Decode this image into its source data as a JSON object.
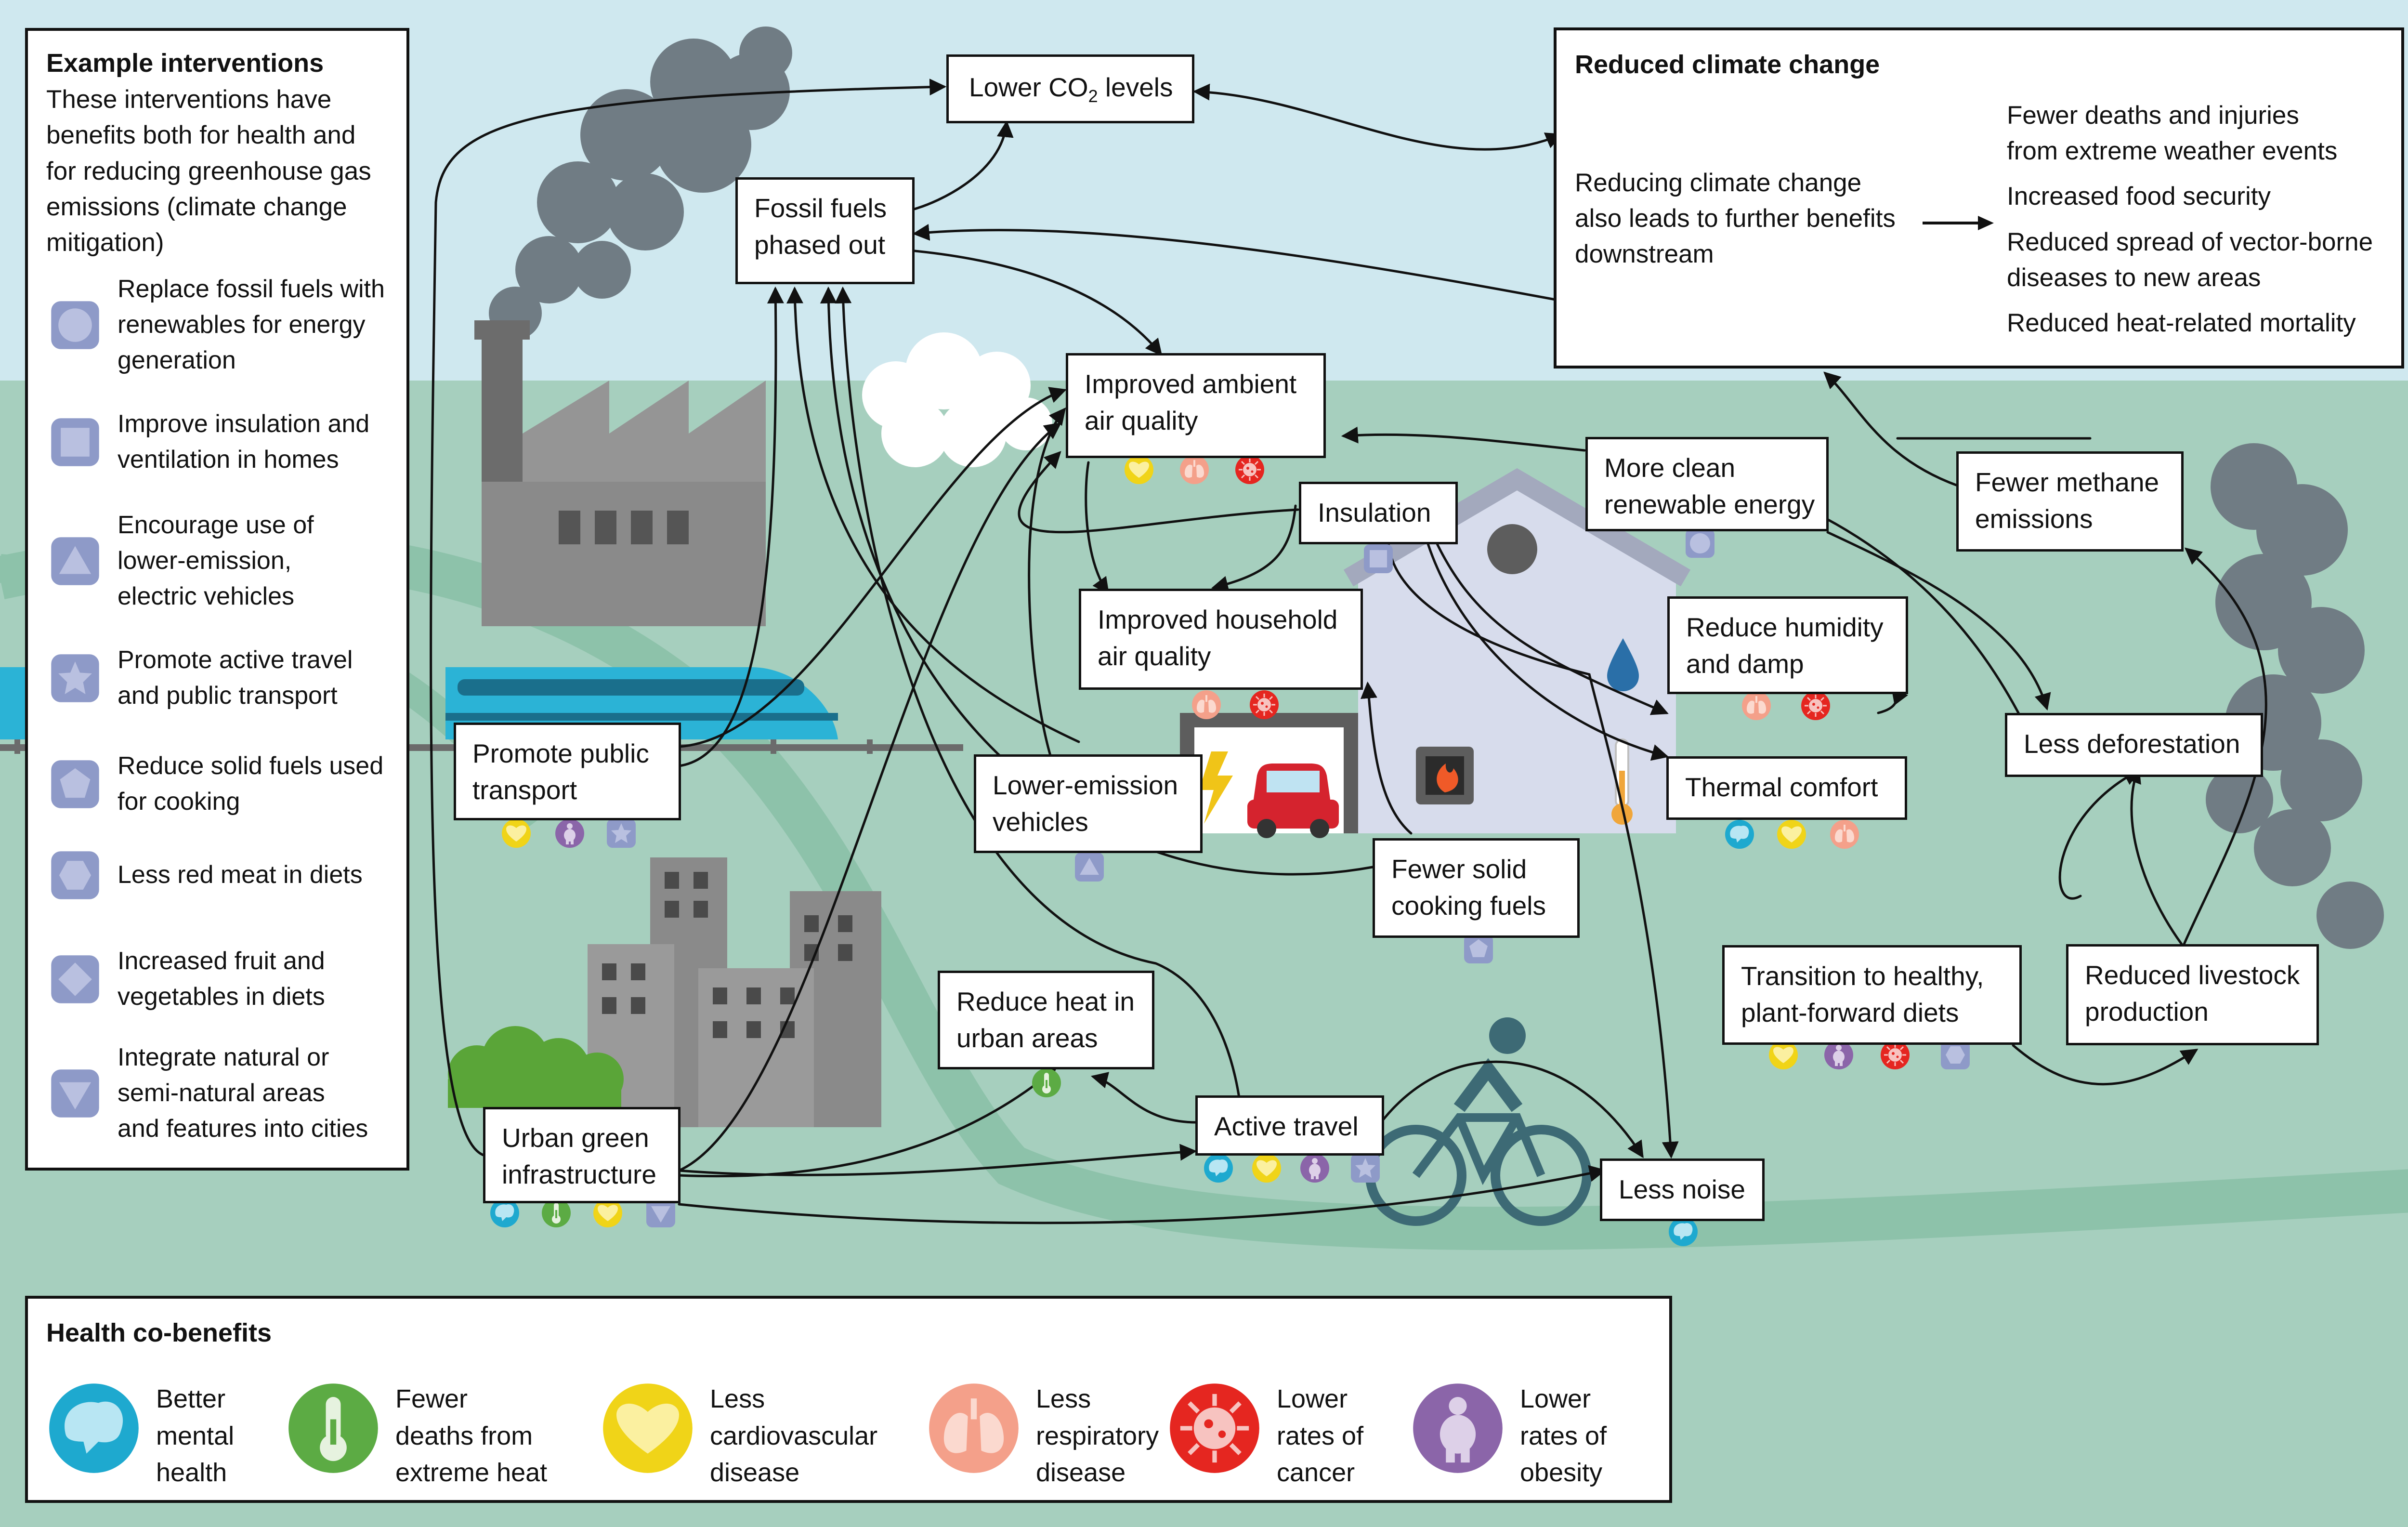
{
  "colors": {
    "sky": "#cfe8ef",
    "ground": "#a6cfbe",
    "road": "#86bba3",
    "smoke": "#707c84",
    "building": "#8a8a8a",
    "intervention_icon": "#8e9ac8",
    "mental": "#1ea9cf",
    "heat": "#5cab44",
    "cardio": "#f0d418",
    "respiratory": "#f4a08a",
    "cancer": "#e52620",
    "obesity": "#8b65a9",
    "train": "#2bb3d6"
  },
  "interventions_panel": {
    "title": "Example interventions",
    "intro_lines": [
      "These interventions have",
      "benefits both for health and",
      "for reducing greenhouse gas",
      "emissions (climate change",
      "mitigation)"
    ],
    "items": [
      {
        "icon": "circle-icon",
        "lines": [
          "Replace fossil fuels with",
          "renewables for energy",
          "generation"
        ]
      },
      {
        "icon": "square-icon",
        "lines": [
          "Improve insulation and",
          "ventilation in homes"
        ]
      },
      {
        "icon": "triangle-icon",
        "lines": [
          "Encourage use of",
          "lower-emission,",
          "electric vehicles"
        ]
      },
      {
        "icon": "star-icon",
        "lines": [
          "Promote active travel",
          "and public transport"
        ]
      },
      {
        "icon": "pentagon-icon",
        "lines": [
          "Reduce solid fuels used",
          "for cooking"
        ]
      },
      {
        "icon": "hexagon-icon",
        "lines": [
          "Less red meat in diets"
        ]
      },
      {
        "icon": "diamond-icon",
        "lines": [
          "Increased fruit and",
          "vegetables in diets"
        ]
      },
      {
        "icon": "down-triangle-icon",
        "lines": [
          "Integrate natural or",
          "semi-natural areas",
          "and features into cities"
        ]
      }
    ]
  },
  "climate_panel": {
    "title": "Reduced climate change",
    "lead_lines": [
      "Reducing climate change",
      "also leads to further benefits",
      "downstream"
    ],
    "benefits": [
      [
        "Fewer deaths and injuries",
        "from extreme weather events"
      ],
      [
        "Increased food security"
      ],
      [
        "Reduced spread of vector-borne",
        "diseases to new areas"
      ],
      [
        "Reduced heat-related mortality"
      ]
    ]
  },
  "health_panel": {
    "title": "Health co-benefits",
    "items": [
      {
        "icon": "brain-icon",
        "lines": [
          "Better",
          "mental",
          "health"
        ]
      },
      {
        "icon": "thermometer-icon",
        "lines": [
          "Fewer",
          "deaths from",
          "extreme heat"
        ]
      },
      {
        "icon": "heart-icon",
        "lines": [
          "Less",
          "cardiovascular",
          "disease"
        ]
      },
      {
        "icon": "lungs-icon",
        "lines": [
          "Less",
          "respiratory",
          "disease"
        ]
      },
      {
        "icon": "cancer-cell-icon",
        "lines": [
          "Lower",
          "rates of",
          "cancer"
        ]
      },
      {
        "icon": "person-icon",
        "lines": [
          "Lower",
          "rates of",
          "obesity"
        ]
      }
    ]
  },
  "nodes": {
    "lower_co2": {
      "pre": "Lower CO",
      "sub": "2",
      "post": " levels"
    },
    "fossil_fuels": [
      "Fossil fuels",
      "phased out"
    ],
    "ambient_air": [
      "Improved ambient",
      "air quality"
    ],
    "clean_energy": [
      "More clean",
      "renewable energy"
    ],
    "insulation": [
      "Insulation"
    ],
    "household_air": [
      "Improved household",
      "air quality"
    ],
    "humidity": [
      "Reduce humidity",
      "and damp"
    ],
    "methane": [
      "Fewer methane",
      "emissions"
    ],
    "deforestation": [
      "Less deforestation"
    ],
    "public_transport": [
      "Promote public",
      "transport"
    ],
    "lower_emission": [
      "Lower-emission",
      "vehicles"
    ],
    "thermal": [
      "Thermal comfort"
    ],
    "solid_fuels": [
      "Fewer solid",
      "cooking fuels"
    ],
    "plant_diets": [
      "Transition to healthy,",
      "plant-forward diets"
    ],
    "livestock": [
      "Reduced livestock",
      "production"
    ],
    "urban_heat": [
      "Reduce heat in",
      "urban areas"
    ],
    "green_infra": [
      "Urban green",
      "infrastructure"
    ],
    "active_travel": [
      "Active travel"
    ],
    "noise": [
      "Less noise"
    ]
  }
}
